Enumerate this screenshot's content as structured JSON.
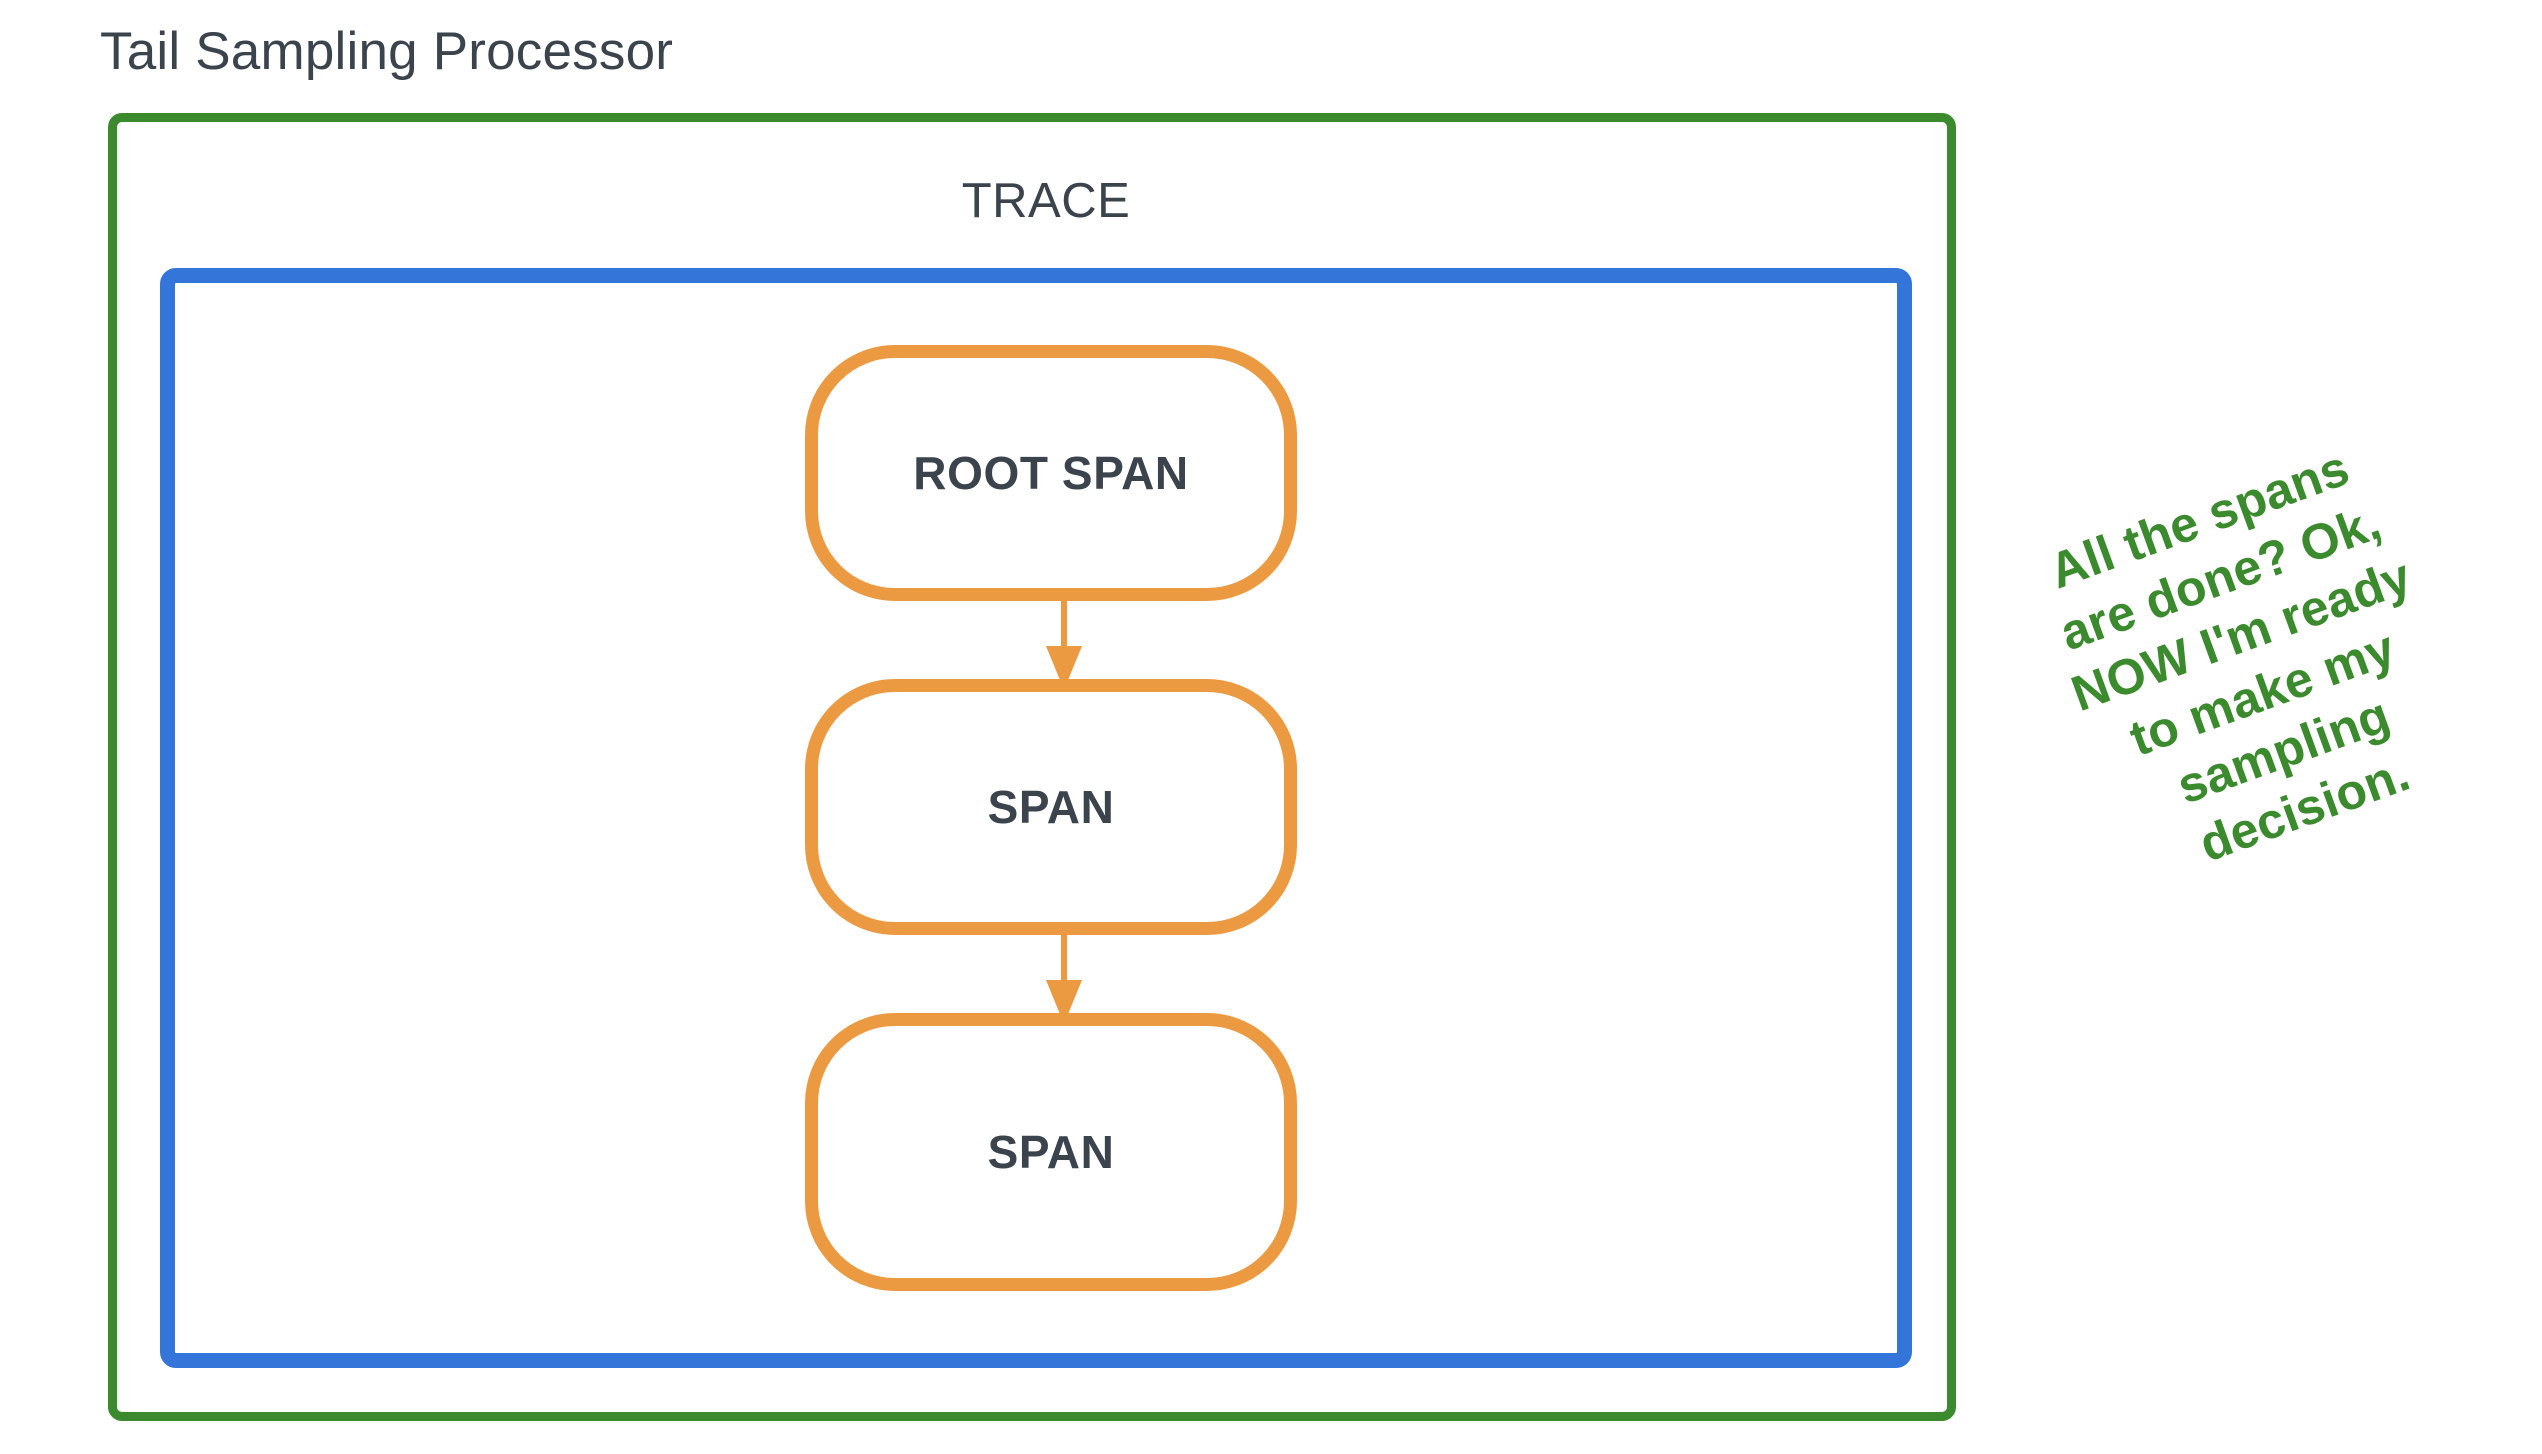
{
  "diagram": {
    "title": "Tail Sampling Processor",
    "type": "flowchart",
    "colors": {
      "processor_border": "#3c8a2e",
      "trace_border": "#3375d8",
      "span_border": "#ec9a42",
      "text_dark": "#3b434c",
      "callout_text": "#3c8a2e",
      "background": "#ffffff"
    }
  },
  "processor": {
    "label": "Tail Sampling Processor"
  },
  "trace": {
    "label": "TRACE"
  },
  "spans": [
    {
      "id": "root",
      "label": "ROOT SPAN"
    },
    {
      "id": "mid",
      "label": "SPAN"
    },
    {
      "id": "leaf",
      "label": "SPAN"
    }
  ],
  "connectors": [
    {
      "id": "root-to-mid",
      "from": "root",
      "to": "mid",
      "arrow": "down-arrow"
    },
    {
      "id": "mid-to-leaf",
      "from": "mid",
      "to": "leaf",
      "arrow": "down-arrow"
    }
  ],
  "callout": {
    "full_text": "All the spans are done? Ok, NOW I'm ready to make my sampling decision.",
    "lines": [
      "All the spans",
      "are done? Ok,",
      "NOW I'm ready",
      "to make my",
      "sampling",
      "decision."
    ]
  }
}
